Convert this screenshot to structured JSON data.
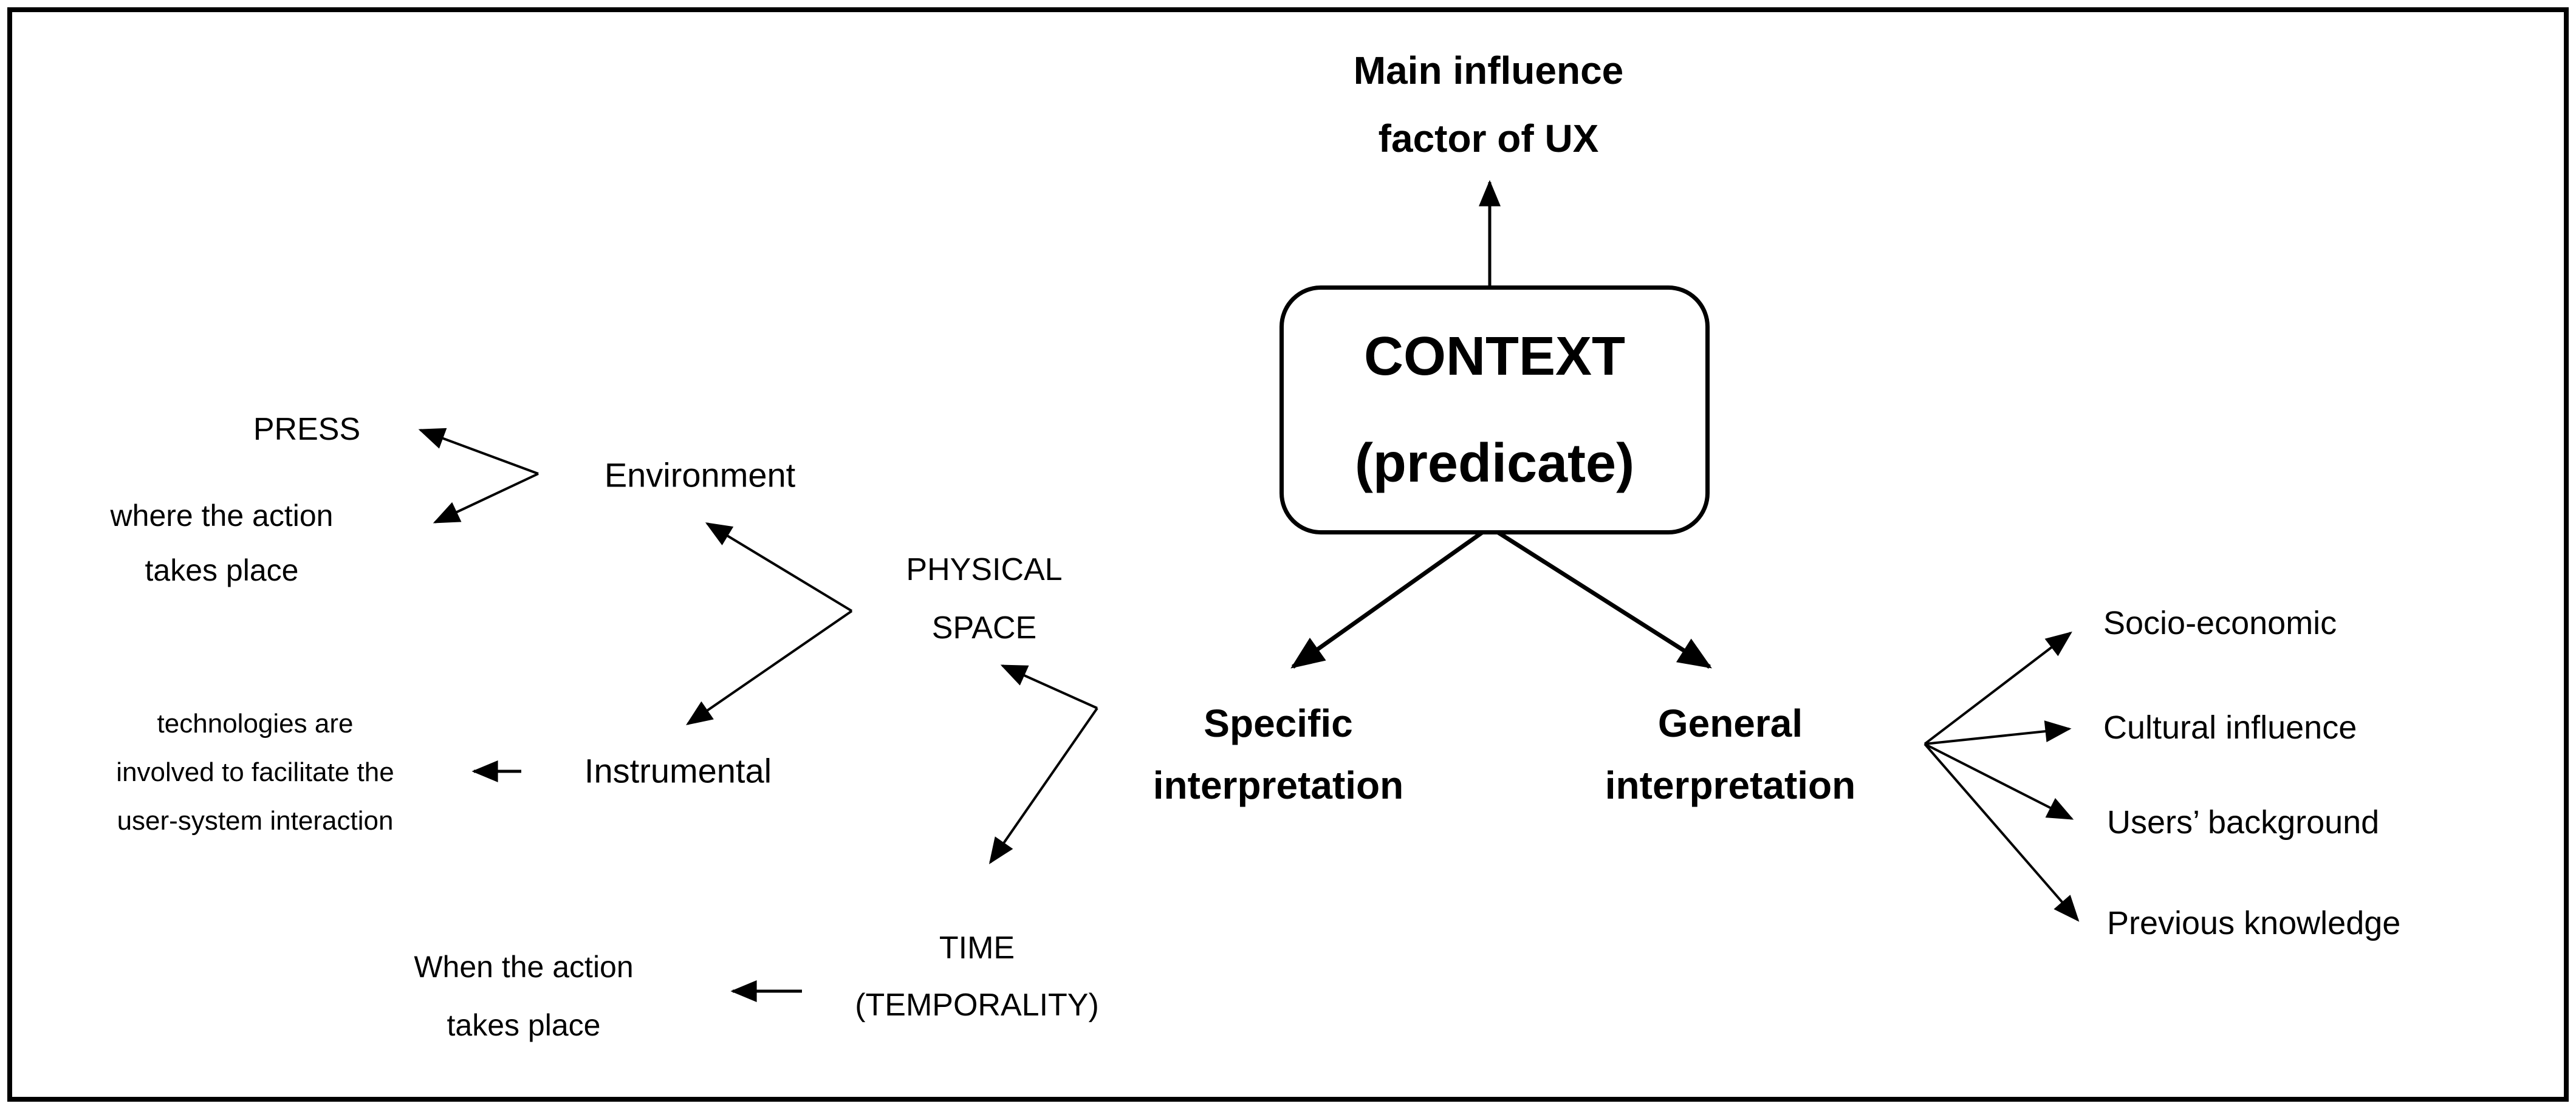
{
  "colors": {
    "background": "#ffffff",
    "line": "#000000",
    "text": "#000000"
  },
  "nodes": {
    "main_influence": "Main influence\nfactor of UX",
    "context": "CONTEXT\n(predicate)",
    "specific": "Specific\ninterpretation",
    "general": "General\ninterpretation",
    "environment": "Environment",
    "press": "PRESS",
    "where_action": "where the action\ntakes place",
    "physical_space": "PHYSICAL\nSPACE",
    "instrumental": "Instrumental",
    "technologies": "technologies are\ninvolved to facilitate the\nuser-system interaction",
    "time": "TIME\n(TEMPORALITY)",
    "when_action": "When the action\ntakes place",
    "general_factors": [
      "Socio-economic",
      "Cultural influence",
      "Users’ background",
      "Previous knowledge"
    ]
  }
}
